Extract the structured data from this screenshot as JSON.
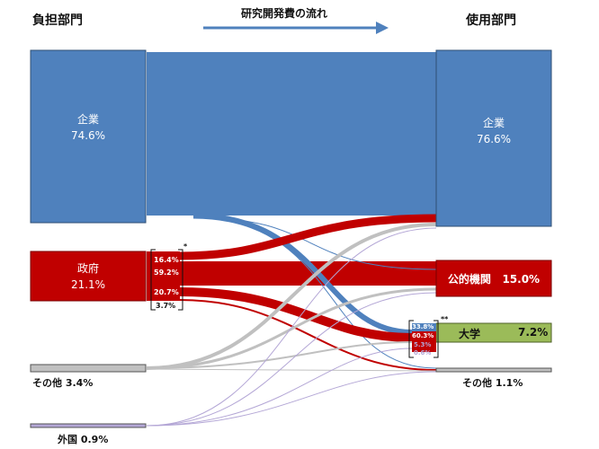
{
  "header": {
    "left": "負担部門",
    "center": "研究開発費の流れ",
    "right": "使用部門"
  },
  "sources": {
    "company": {
      "name": "企業",
      "pct": "74.6%"
    },
    "government": {
      "name": "政府",
      "pct": "21.1%"
    },
    "other": {
      "label": "その他 3.4%"
    },
    "foreign": {
      "label": "外国 0.9%"
    }
  },
  "targets": {
    "company": {
      "name": "企業",
      "pct": "76.6%"
    },
    "public": {
      "name": "公的機関",
      "pct": "15.0%"
    },
    "university": {
      "name": "大学",
      "pct": "7.2%"
    },
    "other": {
      "label": "その他 1.1%"
    }
  },
  "gov_breakdown": {
    "p1": "16.4%",
    "p2": "59.2%",
    "p3": "20.7%",
    "p4": "3.7%",
    "star": "*"
  },
  "univ_breakdown": {
    "p1": "33.8%",
    "p2": "60.3%",
    "p3": "5.3%",
    "p4": "0.6%",
    "star": "**"
  },
  "colors": {
    "company": "#4f81bd",
    "government": "#c00000",
    "university": "#9bbb59",
    "other": "#c0c0c0",
    "foreign": "#b4a7d6"
  }
}
